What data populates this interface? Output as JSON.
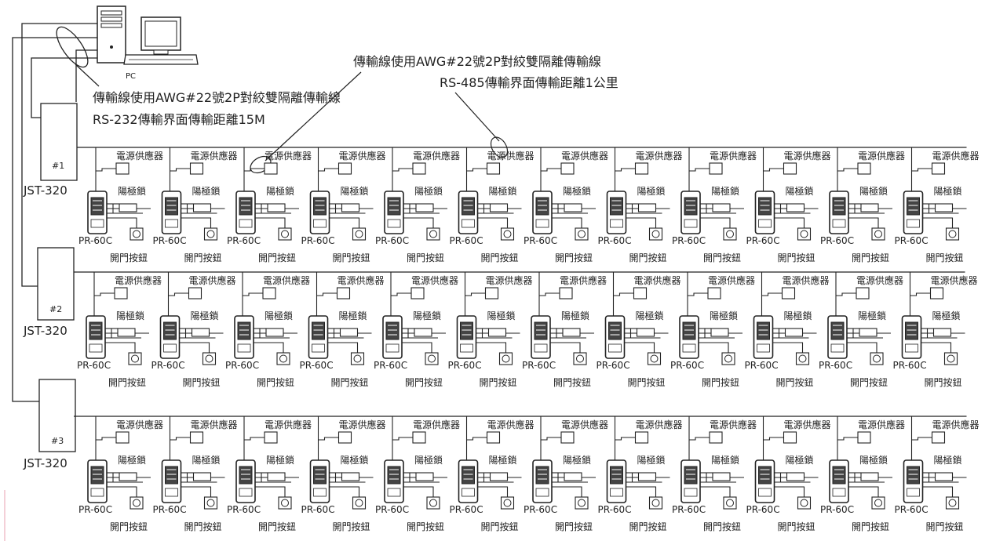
{
  "computer": {
    "label": "PC"
  },
  "notes": {
    "rs232": {
      "line1": "傳輸線使用AWG#22號2P對絞雙隔離傳輸線",
      "line2": "RS-232傳輸界面傳輸距離15M"
    },
    "rs485": {
      "line1": "傳輸線使用AWG#22號2P對絞雙隔離傳輸線",
      "line2": "RS-485傳輸界面傳輸距離1公里"
    }
  },
  "controllers": [
    {
      "number": "#1",
      "model": "JST-320"
    },
    {
      "number": "#2",
      "model": "JST-320"
    },
    {
      "number": "#3",
      "model": "JST-320"
    }
  ],
  "node_labels": {
    "power_supply": "電源供應器",
    "electric_lock": "陽極鎖",
    "reader": "PR-60C",
    "exit_button": "開門按鈕"
  },
  "nodes_per_row": 12
}
